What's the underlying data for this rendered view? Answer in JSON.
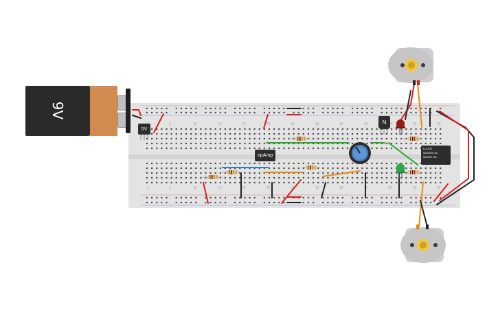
{
  "battery": {
    "label": "9V"
  },
  "regulator": {
    "label": "5V"
  },
  "opamp": {
    "label": "opAmp"
  },
  "transistor": {
    "label": "N"
  },
  "relay": {
    "line1": "LU-5-R",
    "line2": "5A/250V AC",
    "line3": "5A/30V DC"
  },
  "column_numbers": [
    "1",
    "5",
    "10",
    "15",
    "20",
    "25",
    "30",
    "35",
    "40",
    "45",
    "50",
    "55",
    "60"
  ],
  "colors": {
    "breadboard": "#e3e3e3",
    "wire_red": "#d31f1f",
    "wire_green": "#2aa52a",
    "wire_blue": "#2b7dd6",
    "wire_orange": "#e8890e",
    "wire_black": "#222222",
    "led_red": "#9b1a10",
    "led_green": "#2aa84a",
    "pot_blue": "#4a86c8"
  }
}
